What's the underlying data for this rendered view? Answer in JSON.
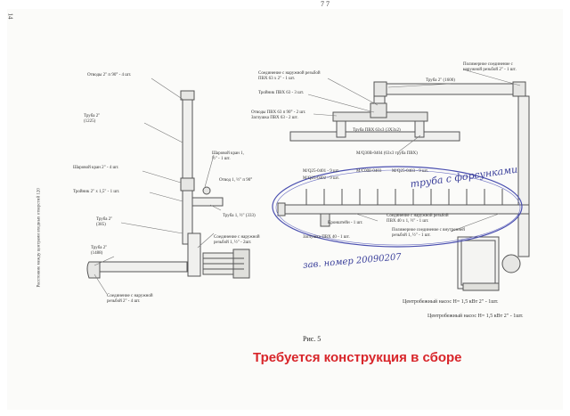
{
  "page": {
    "number": "14",
    "top_mark": "7 7"
  },
  "figure": {
    "caption": "Рис. 5",
    "headline": "Требуется конструкция в сборе"
  },
  "left_labels": {
    "elbows": "Отводы 2\" п 90° - 4 шт.",
    "pipe_1225": "Труба 2\"\n(1225)",
    "ball_valve_2": "Шаровой кран 2\" - 4 шт.",
    "tee": "Тройник 2\" x 1,5\" - 1 шт.",
    "pipe_385": "Труба 2\"\n(385)",
    "pipe_1488": "Труба 2\"\n(1488)",
    "connector_ext": "Соединение с наружной\nрезьбой 2\" - 4 шт.",
    "ball_valve_half": "Шаровой кран 1,\n½\" - 1 шт.",
    "elbow_half": "Отвод 1, ½\" п 90°",
    "pipe_333": "Труба 1, ½\" (333)",
    "connector_half": "Соединение с наружной\nрезьбой 1, ½\" - 2шт.",
    "side_note": "Расстояние между центрами\nвходных отверстий 120"
  },
  "right_labels": {
    "connector_pvc": "Соединение с наружной резьбой\nПВХ 63 x 2\" - 1 шт.",
    "tee_pvc": "Тройник ПВХ 63 - 3 шт.",
    "elbows_pvc": "Отводы ПВХ 63 п 90° - 2 шт.\nЗаглушка ПВХ 63 - 2 шт.",
    "pipe_pvc": "Труба ПВХ 63x3 (3X3x2)",
    "m_part": "М/Q30В-0404 (63x3 труба ПВХ)",
    "pipe_1600": "Труба 2\" (1600)",
    "connector_top": "Полимерное соединение с\nнаружной резьбой 2\" - 1 шт.",
    "nozzles_a": "M/Q25-0401 - 9 шт.",
    "nozzles_b": "M/Q25-0402 - 9 шт.",
    "nozzles_c": "M/C008-0403",
    "nozzles_d": "M/Q25-0403 - 9 шт.",
    "bracket": "Кронштейн - 1 шт.",
    "plug": "Заглушка ПВХ 40 - 1 шт.",
    "connector_40": "Соединение с наружной резьбой\nПВХ 40 x 1, ½\" - 1 шт.",
    "polymer_40": "Полимерное соединение с внутренней\nрезьбой 1, ½\" - 1 шт.",
    "pump": "Центробежный насос Н= 1,5 кВт  2\" - 1шт."
  },
  "handwriting": {
    "nozzle_pipe": "труба с форсунками",
    "serial": "зав. номер 20090207",
    "pump_copy": "Центробежный насос Н= 1,5 кВт  2\" - 1шт."
  }
}
